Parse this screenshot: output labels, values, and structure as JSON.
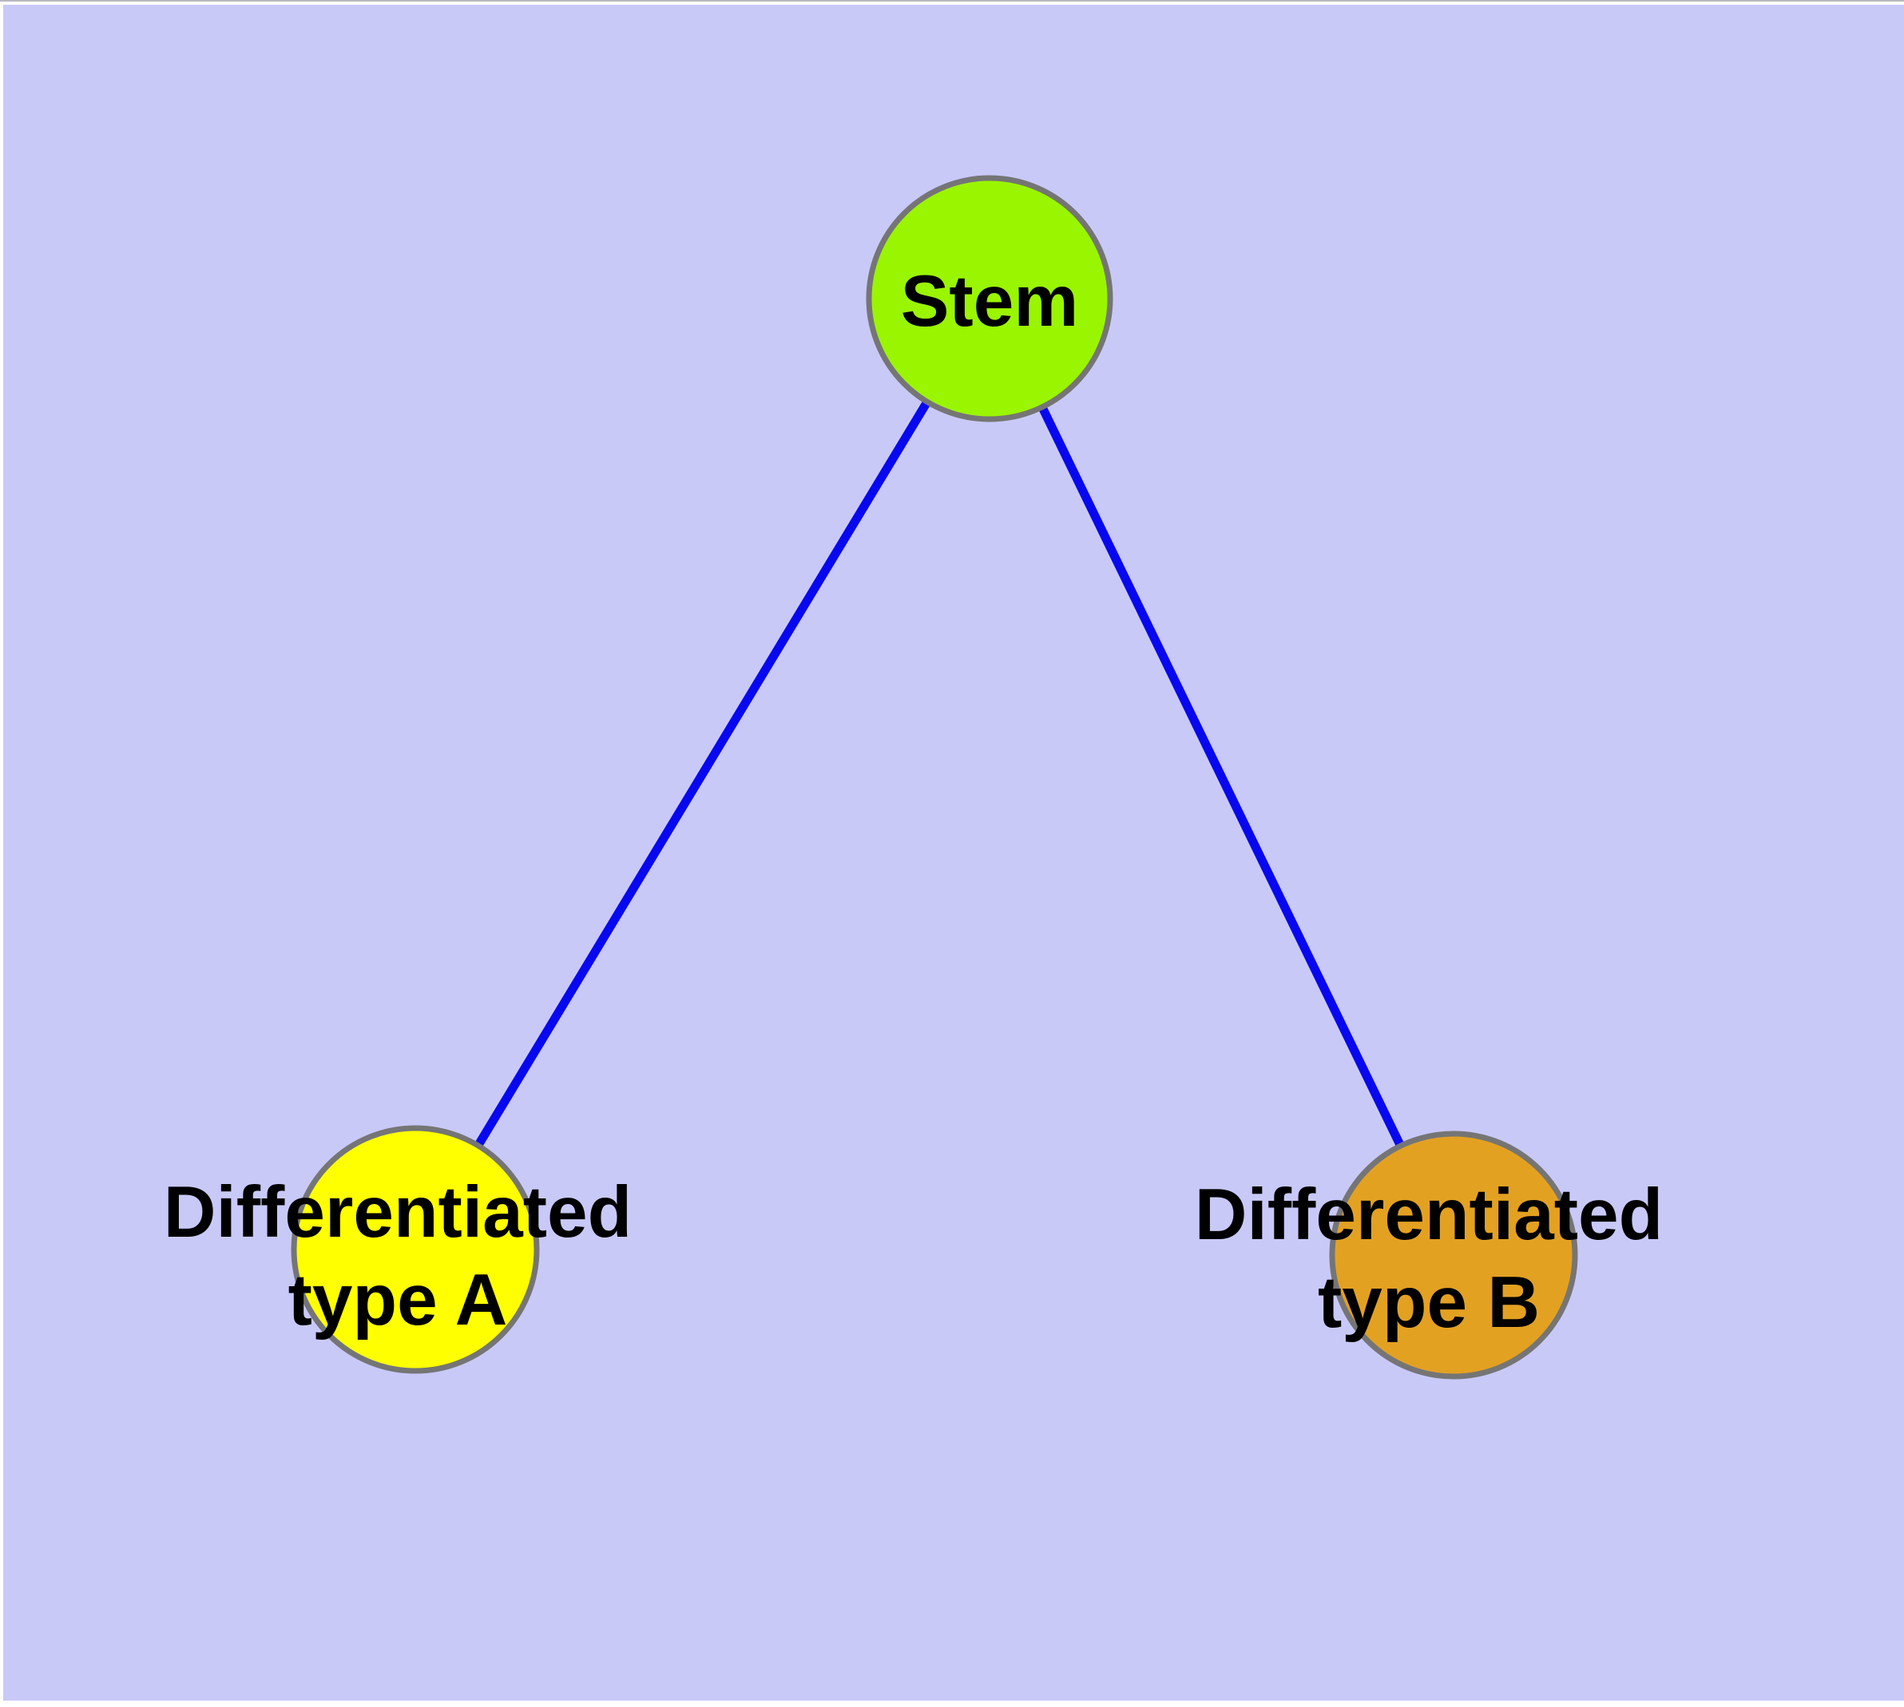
{
  "canvas": {
    "frame_color": "#ffffff",
    "background_color": "#c9c9f8",
    "top_hairline_color": "#b8b8c0"
  },
  "graph": {
    "edge_color": "#0808f0",
    "node_border_color": "#757575",
    "label_color": "#000000",
    "nodes": {
      "stem": {
        "label": "Stem",
        "fill": "#9af500"
      },
      "typeA": {
        "label_line1": "Differentiated",
        "label_line2": "type A",
        "fill": "#ffff00"
      },
      "typeB": {
        "label_line1": "Differentiated",
        "label_line2": "type B",
        "fill": "#e3a122"
      }
    },
    "edges": [
      {
        "from": "stem",
        "to": "typeA"
      },
      {
        "from": "stem",
        "to": "typeB"
      }
    ]
  }
}
